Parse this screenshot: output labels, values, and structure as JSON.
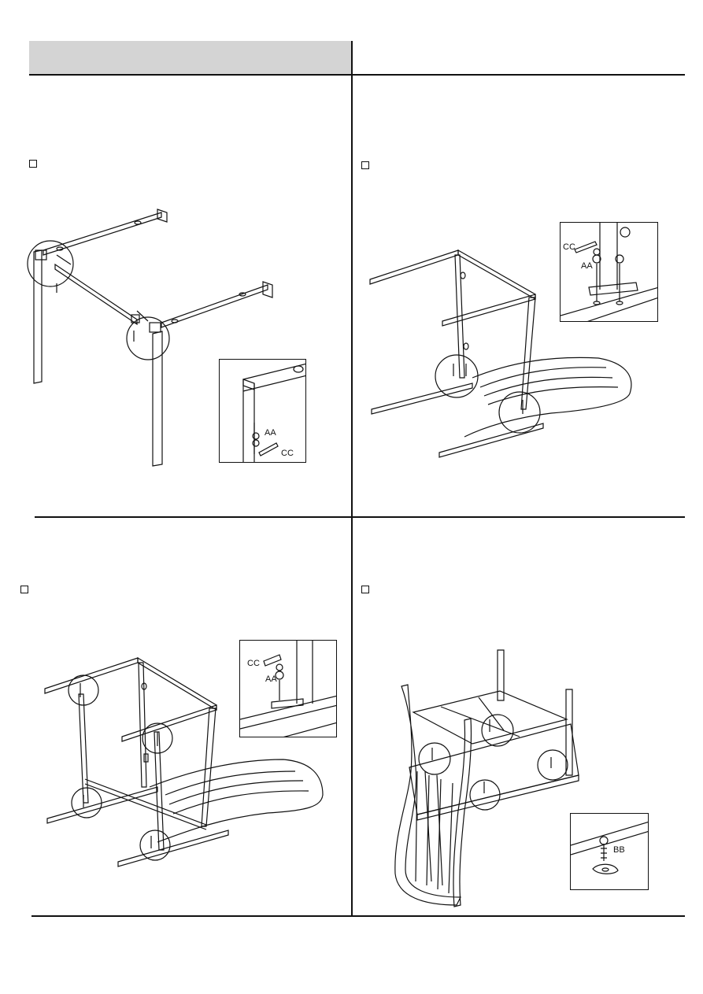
{
  "page": {
    "steps": [
      {
        "checkbox_checked": false
      },
      {
        "checkbox_checked": false
      },
      {
        "checkbox_checked": false
      },
      {
        "checkbox_checked": false
      }
    ]
  },
  "parts": {
    "aa": "AA",
    "bb": "BB",
    "cc": "CC"
  }
}
